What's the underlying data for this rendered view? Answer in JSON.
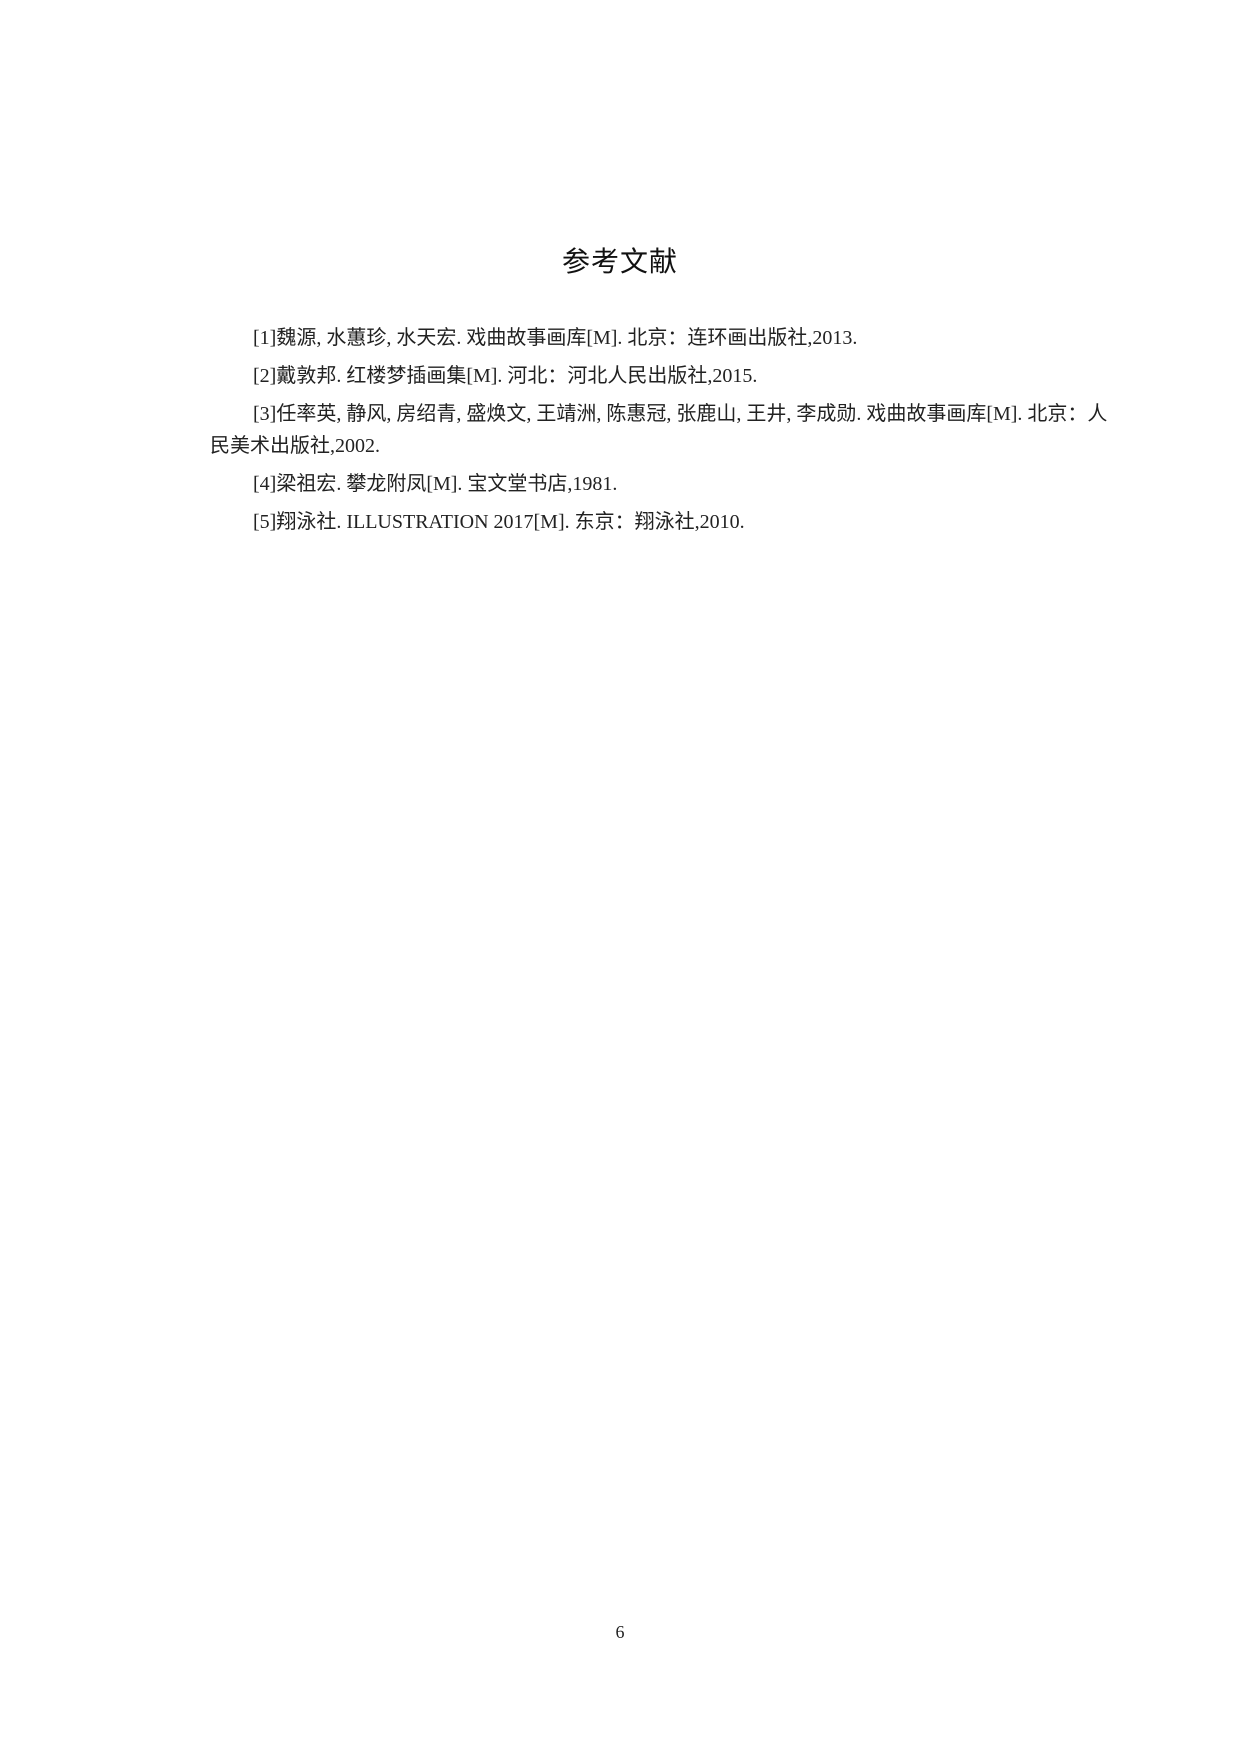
{
  "document": {
    "title": "参考文献",
    "references": [
      {
        "text": "[1]魏源, 水蕙珍, 水天宏. 戏曲故事画库[M]. 北京：连环画出版社,2013."
      },
      {
        "text": "[2]戴敦邦. 红楼梦插画集[M]. 河北：河北人民出版社,2015."
      },
      {
        "text": "[3]任率英, 静风, 房绍青, 盛焕文, 王靖洲, 陈惠冠, 张鹿山, 王井, 李成勋. 戏曲故事画库[M]. 北京：人民美术出版社,2002."
      },
      {
        "text": "[4]梁祖宏. 攀龙附凤[M]. 宝文堂书店,1981."
      },
      {
        "text": "[5]翔泳社. ILLUSTRATION 2017[M]. 东京：翔泳社,2010."
      }
    ],
    "page_number": "6"
  }
}
